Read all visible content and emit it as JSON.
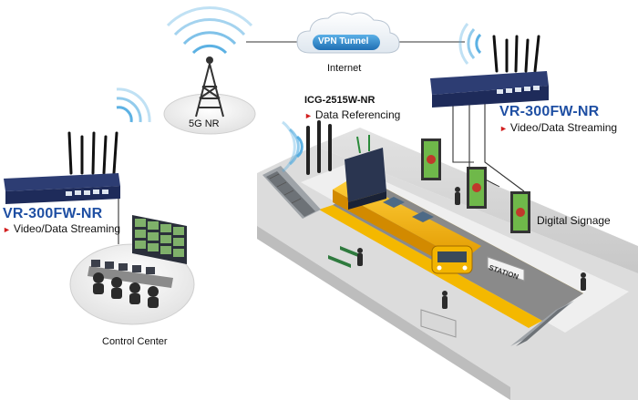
{
  "labels": {
    "five_g": "5G NR",
    "vpn_tunnel": "VPN Tunnel",
    "internet": "Internet",
    "icg_model": "ICG-2515W-NR",
    "icg_function": "Data Referencing",
    "vr_right_model": "VR-300FW-NR",
    "vr_right_function": "Video/Data Streaming",
    "vr_left_model": "VR-300FW-NR",
    "vr_left_function": "Video/Data Streaming",
    "digital_signage": "Digital Signage",
    "control_center": "Control Center",
    "station_sign": "STATION"
  },
  "colors": {
    "brand_blue": "#1f4fa3",
    "accent_red": "#d21f1f",
    "platform_yellow": "#f4b800",
    "device_navy": "#1e2b5a",
    "wifi_blue": "#4aa8e0"
  },
  "icons": [
    "cell-tower-icon",
    "wifi-signal-icon",
    "cloud-icon",
    "router-icon",
    "gateway-icon",
    "display-icon",
    "train-icon"
  ]
}
